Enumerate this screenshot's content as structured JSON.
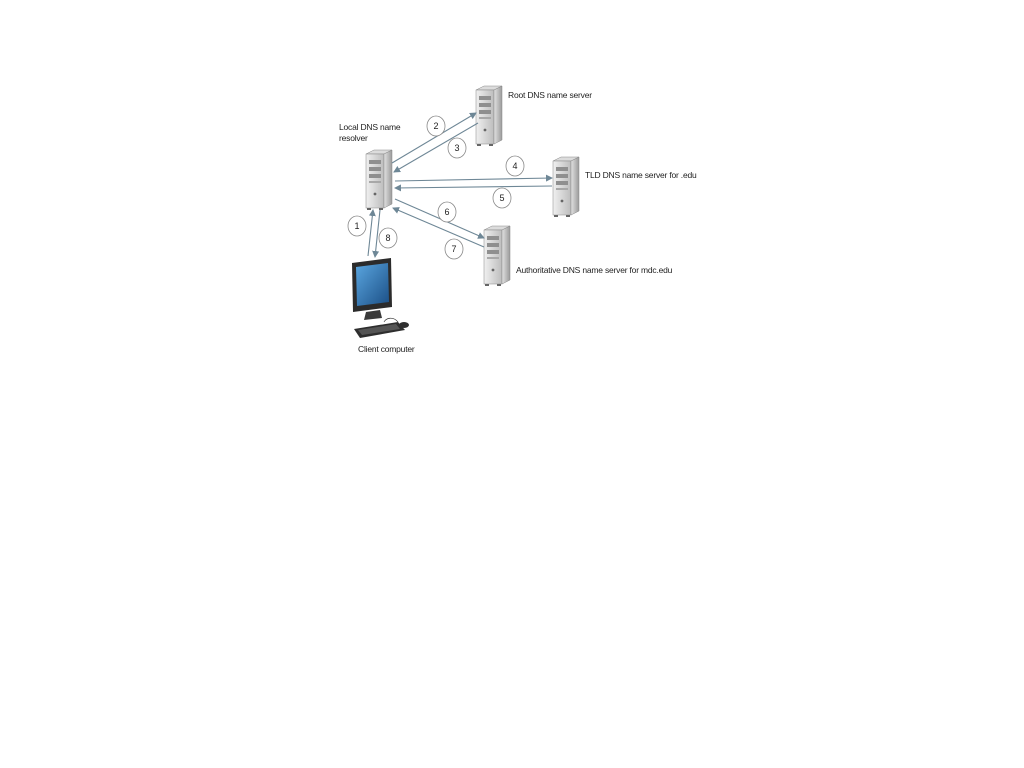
{
  "labels": {
    "root": "Root DNS name server",
    "local_line1": "Local DNS name",
    "local_line2": "resolver",
    "tld": "TLD DNS name server for .edu",
    "auth": "Authoritative DNS name server for mdc.edu",
    "client": "Client computer"
  },
  "steps": [
    "1",
    "2",
    "3",
    "4",
    "5",
    "6",
    "7",
    "8"
  ],
  "colors": {
    "arrow": "#6e8796",
    "server_body": "#c9c9c9",
    "screen": "#2a6fae"
  }
}
